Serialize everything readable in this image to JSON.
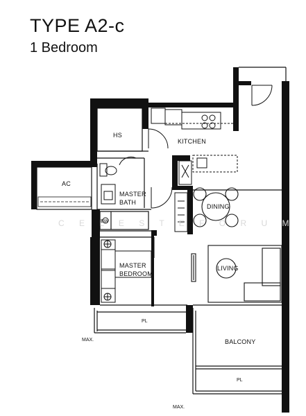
{
  "header": {
    "title": "TYPE A2-c",
    "subtitle": "1 Bedroom"
  },
  "rooms": {
    "hs": "HS",
    "kitchen": "KITCHEN",
    "ac": "AC",
    "master_bath_line1": "MASTER",
    "master_bath_line2": "BATH",
    "bw": "BW",
    "dining": "DINING",
    "master_bedroom_line1": "MASTER",
    "master_bedroom_line2": "BEDROOM",
    "living": "LIVING",
    "balcony": "BALCONY"
  },
  "annotations": {
    "pl_upper": "PL",
    "pl_lower": "PL",
    "max_left": "MAX.",
    "max_bottom": "MAX."
  },
  "watermark": "C E L E S T E  F O R U M"
}
